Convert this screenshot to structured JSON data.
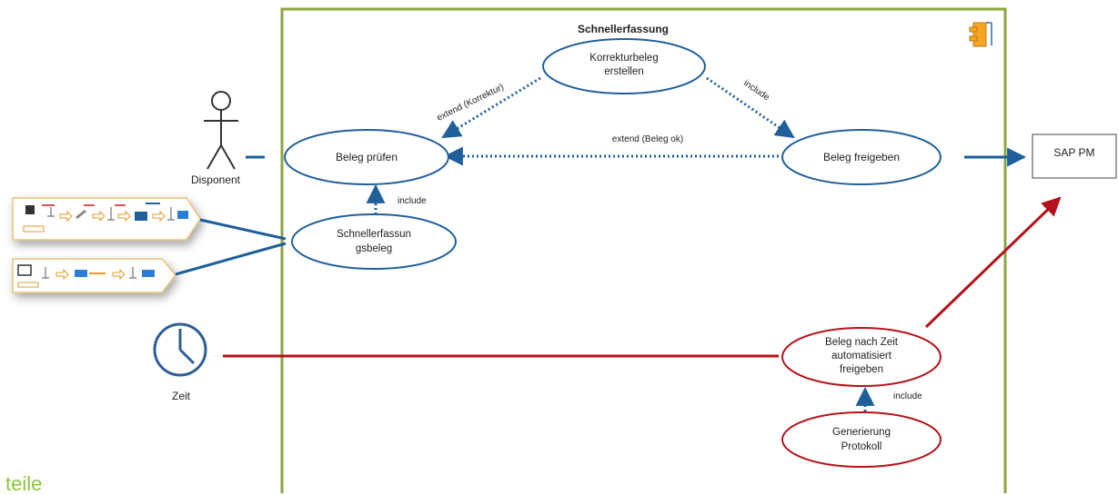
{
  "diagram": {
    "system_title": "Schnellerfassung",
    "actors": {
      "disponent": "Disponent",
      "zeit": "Zeit",
      "sap": "SAP PM"
    },
    "use_cases": {
      "beleg_pruefen": "Beleg  prüfen",
      "korrektur_line1": "Korrekturbeleg",
      "korrektur_line2": "erstellen",
      "beleg_freigeben": "Beleg  freigeben",
      "schnell_line1": "Schnellerfassun",
      "schnell_line2": "gsbeleg",
      "auto_line1": "Beleg  nach Zeit",
      "auto_line2": "automatisiert",
      "auto_line3": "freigeben",
      "gen_line1": "Generierung",
      "gen_line2": "Protokoll"
    },
    "relations": {
      "extend_korrektur": "extend (Korrektur)",
      "include_freigeben": "include",
      "extend_beleg_ok": "extend (Beleg ok)",
      "include_schnell": "include",
      "include_protokoll": "include"
    },
    "colors": {
      "frame": "#8aa63c",
      "blue": "#1f5f9a",
      "red": "#b5121b"
    }
  },
  "footer": {
    "partial_word": "teile"
  }
}
